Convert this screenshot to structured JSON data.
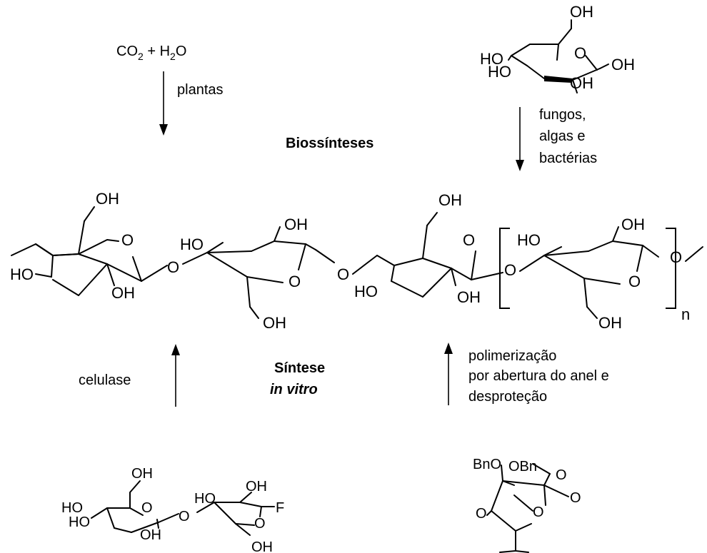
{
  "reactions": {
    "top_left_reagent": "CO",
    "top_left_sub": "2",
    "top_left_plus": " + H",
    "top_left_h2o_sub": "2",
    "top_left_o": "O",
    "plants_label": "plantas",
    "right_label_line1": "fungos,",
    "right_label_line2": "algas e",
    "right_label_line3": "bactérias",
    "biosynthesis_title": "Biossínteses",
    "cellulase_label": "celulase",
    "synthesis_title_line1": "Síntese",
    "synthesis_title_line2": "in vitro",
    "polymer_label_line1": "polimerização",
    "polymer_label_line2": "por abertura do anel e",
    "polymer_label_line3": "desproteção"
  },
  "atoms": {
    "oh": "OH",
    "ho": "HO",
    "o": "O",
    "h": "H",
    "f": "F",
    "bno": "BnO",
    "obn": "OBn",
    "n": "n"
  }
}
